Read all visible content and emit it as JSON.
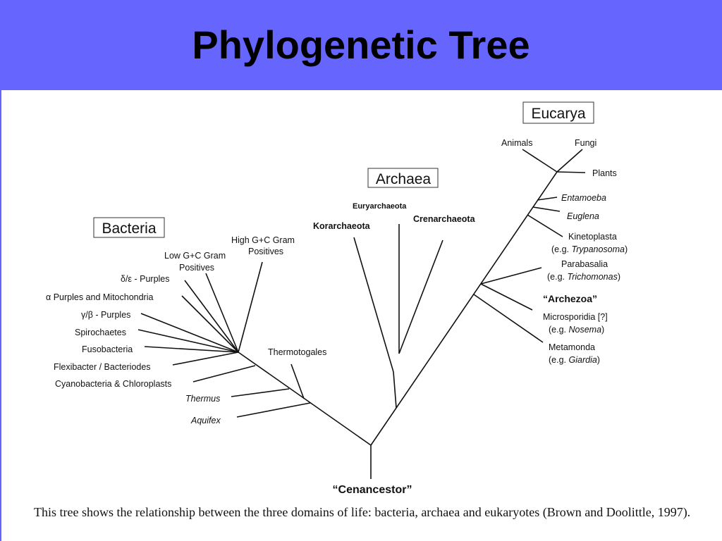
{
  "title": "Phylogenetic Tree",
  "domains": {
    "bacteria": "Bacteria",
    "archaea": "Archaea",
    "eucarya": "Eucarya"
  },
  "root_label": "“Cenancestor”",
  "bacteria_taxa": {
    "high_gc_1": "High G+C Gram",
    "high_gc_2": "Positives",
    "low_gc_1": "Low G+C Gram",
    "low_gc_2": "Positives",
    "delta_eps": "δ/ε - Purples",
    "alpha": "α   Purples and Mitochondria",
    "gamma_beta": "γ/β - Purples",
    "spirochaetes": "Spirochaetes",
    "fusobacteria": "Fusobacteria",
    "flexibacter": "Flexibacter / Bacteriodes",
    "cyanobacteria": "Cyanobacteria & Chloroplasts",
    "thermotogales": "Thermotogales",
    "thermus": "Thermus",
    "aquifex": "Aquifex"
  },
  "archaea_taxa": {
    "euryarchaeota": "Euryarchaeota",
    "korarchaeota": "Korarchaeota",
    "crenarchaeota": "Crenarchaeota"
  },
  "eucarya_taxa": {
    "animals": "Animals",
    "fungi": "Fungi",
    "plants": "Plants",
    "entamoeba": "Entamoeba",
    "euglena": "Euglena",
    "kinetoplasta": "Kinetoplasta",
    "kinetoplasta_eg_prefix": "(e.g. ",
    "kinetoplasta_eg": "Trypanosoma",
    "parabasalia": "Parabasalia",
    "parabasalia_eg_prefix": "(e.g. ",
    "parabasalia_eg": "Trichomonas",
    "archezoa": "“Archezoa”",
    "microsporidia": "Microsporidia [?]",
    "microsporidia_eg_prefix": "(e.g. ",
    "microsporidia_eg": "Nosema",
    "metamonda": "Metamonda",
    "metamonda_eg_prefix": "(e.g. ",
    "metamonda_eg": "Giardia",
    "close_paren": ")"
  },
  "caption": "This tree shows the relationship between the three domains of life: bacteria, archaea and eukaryotes (Brown and Doolittle, 1997)."
}
